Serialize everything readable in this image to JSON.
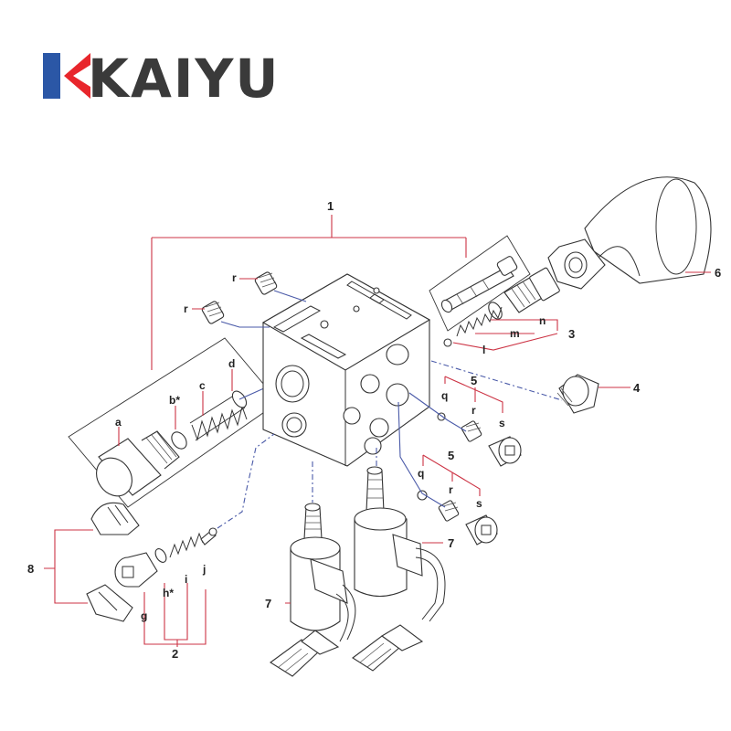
{
  "brand": {
    "name": "KAIYU",
    "colors": {
      "accent_red": "#e8262c",
      "accent_blue": "#2b57a6",
      "text": "#3a3a3a"
    }
  },
  "colors": {
    "leader_red": "#cc3344",
    "leader_blue": "#4a5aa8"
  },
  "callouts": {
    "n1": "1",
    "n2": "2",
    "n3": "3",
    "n4": "4",
    "n5a": "5",
    "n5b": "5",
    "n6": "6",
    "n7a": "7",
    "n7b": "7",
    "n8": "8",
    "a": "a",
    "b": "b*",
    "c": "c",
    "d": "d",
    "g": "g",
    "h": "h*",
    "i": "i",
    "j": "j",
    "l": "l",
    "m": "m",
    "n": "n",
    "q1": "q",
    "q2": "q",
    "r1": "r",
    "r2": "r",
    "r3": "r",
    "r4": "r",
    "s1": "s",
    "s2": "s"
  }
}
